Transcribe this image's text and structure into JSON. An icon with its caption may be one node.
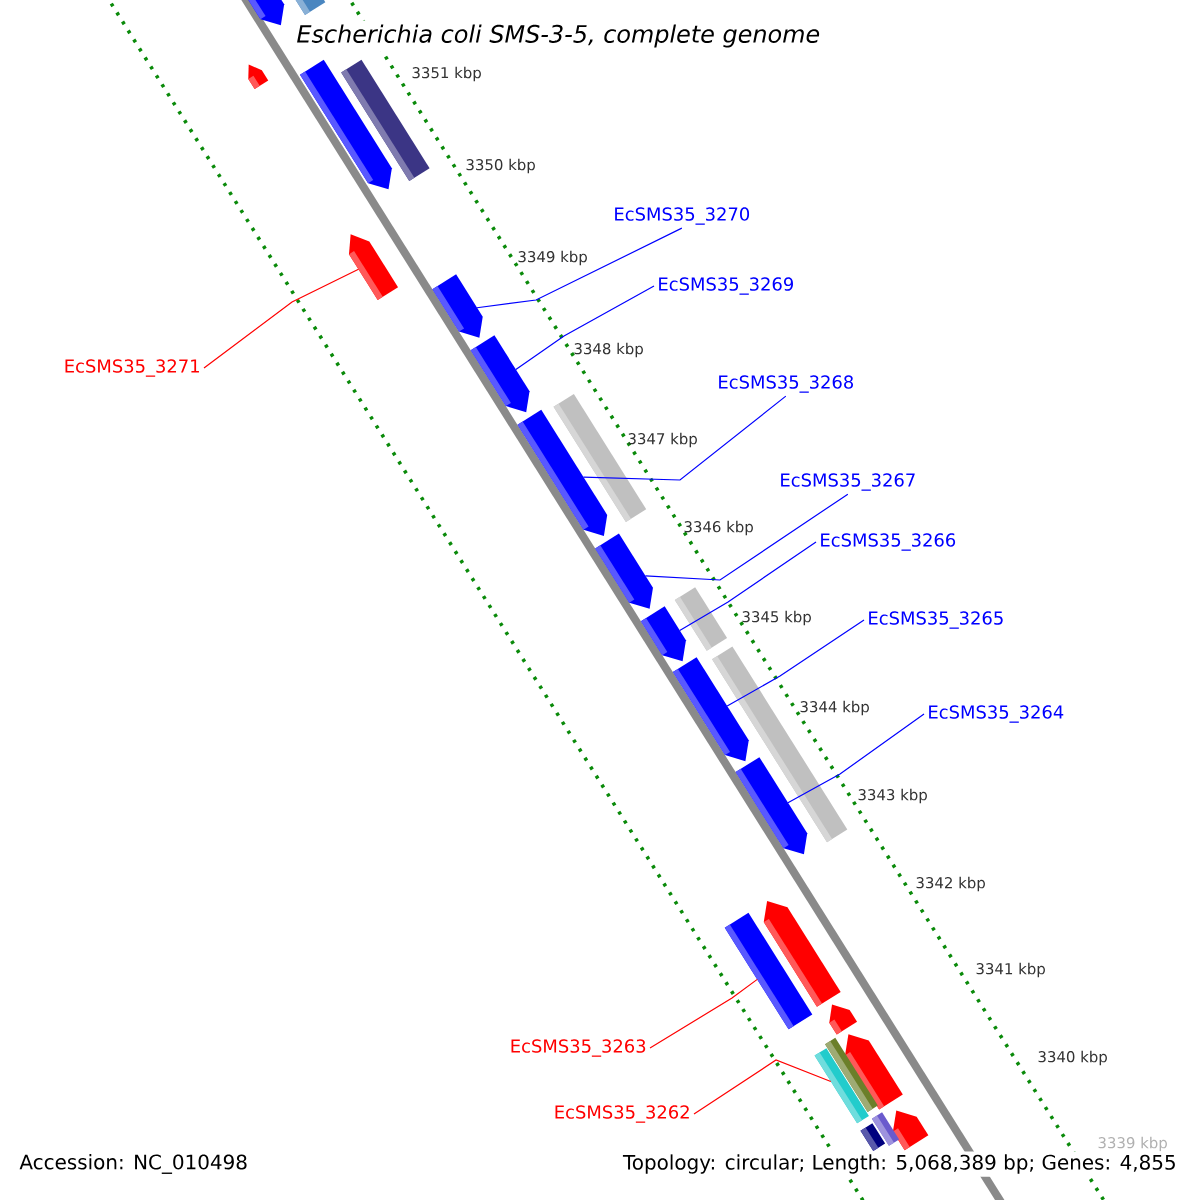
{
  "diagram": {
    "title": "Escherichia coli SMS-3-5, complete genome",
    "nodes": [
      {
        "text": [
          "EcSMS35_3270"
        ]
      },
      {
        "text": [
          "EcSMS35_3269"
        ]
      },
      {
        "text": [
          "EcSMS35_3271"
        ]
      },
      {
        "text": [
          "EcSMS35_3268"
        ]
      },
      {
        "text": [
          "EcSMS35_3267"
        ]
      },
      {
        "text": [
          "EcSMS35_3266"
        ]
      },
      {
        "text": [
          "EcSMS35_3265"
        ]
      },
      {
        "text": [
          "EcSMS35_3264"
        ]
      },
      {
        "text": [
          "EcSMS35_3263"
        ]
      },
      {
        "text": [
          "EcSMS35_3262"
        ]
      },
      {
        "text": [],
        "shape": "arrow"
      },
      {
        "text": [],
        "shape": "bar"
      },
      {
        "text": [],
        "shape": "arrow"
      },
      {
        "text": [],
        "shape": "arrow"
      },
      {
        "text": [],
        "shape": "bar"
      },
      {
        "text": [],
        "shape": "arrow"
      },
      {
        "text": [],
        "shape": "arrow"
      },
      {
        "text": [],
        "shape": "arrow"
      },
      {
        "text": [],
        "shape": "arrow"
      },
      {
        "text": [],
        "shape": "bar"
      },
      {
        "text": [],
        "shape": "arrow"
      },
      {
        "text": [],
        "shape": "arrow"
      },
      {
        "text": [],
        "shape": "bar"
      },
      {
        "text": [],
        "shape": "arrow"
      },
      {
        "text": [],
        "shape": "bar"
      },
      {
        "text": [],
        "shape": "arrow"
      },
      {
        "text": [],
        "shape": "arrow"
      },
      {
        "text": [],
        "shape": "bar"
      },
      {
        "text": [],
        "shape": "arrow"
      },
      {
        "text": [],
        "shape": "arrow"
      },
      {
        "text": [],
        "shape": "bar"
      },
      {
        "text": [],
        "shape": "bar"
      },
      {
        "text": [],
        "shape": "arrow"
      },
      {
        "text": [],
        "shape": "bar"
      },
      {
        "text": [],
        "shape": "bar"
      }
    ],
    "edges": [
      {
        "from": 0,
        "to": 16,
        "arrow": "none"
      },
      {
        "from": 1,
        "to": 17,
        "arrow": "none"
      },
      {
        "from": 2,
        "to": 15,
        "arrow": "none",
        "color": "#ff0000"
      },
      {
        "from": 3,
        "to": 18,
        "arrow": "none"
      },
      {
        "from": 4,
        "to": 20,
        "arrow": "none"
      },
      {
        "from": 5,
        "to": 21,
        "arrow": "none"
      },
      {
        "from": 6,
        "to": 23,
        "arrow": "none"
      },
      {
        "from": 7,
        "to": 25,
        "arrow": "none"
      },
      {
        "from": 8,
        "to": 27,
        "arrow": "none",
        "color": "#ff0000"
      },
      {
        "from": 9,
        "to": 31,
        "arrow": "none",
        "color": "#ff0000"
      }
    ],
    "labels": [
      "3351 kbp",
      "3350 kbp",
      "3349 kbp",
      "3348 kbp",
      "3347 kbp",
      "3346 kbp",
      "3345 kbp",
      "3344 kbp",
      "3343 kbp",
      "3342 kbp",
      "3341 kbp",
      "3340 kbp",
      "3339 kbp",
      "Accession: NC_010498",
      "Topology: circular; Length: 5,068,389 bp; Genes: 4,855"
    ]
  }
}
